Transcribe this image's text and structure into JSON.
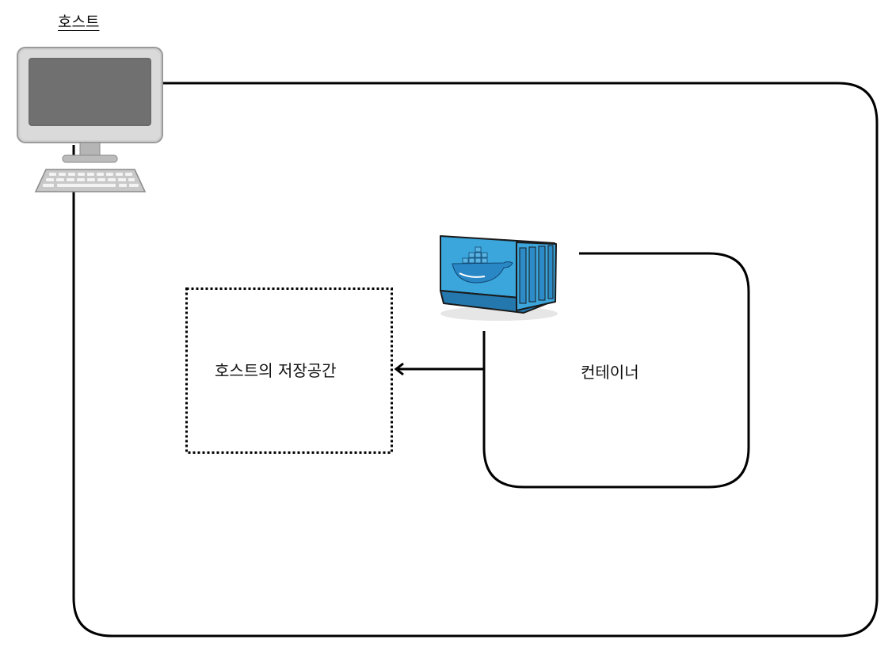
{
  "host": {
    "title": "호스트",
    "icon": "desktop-computer-icon"
  },
  "storage": {
    "label": "호스트의 저장공간"
  },
  "container": {
    "label": "컨테이너",
    "icon": "docker-container-icon"
  },
  "colors": {
    "line": "#000000",
    "container_blue": "#3aa6dc",
    "whale_blue": "#2a87c6",
    "monitor_frame": "#d0d0d0",
    "monitor_screen": "#6b6b6b"
  }
}
